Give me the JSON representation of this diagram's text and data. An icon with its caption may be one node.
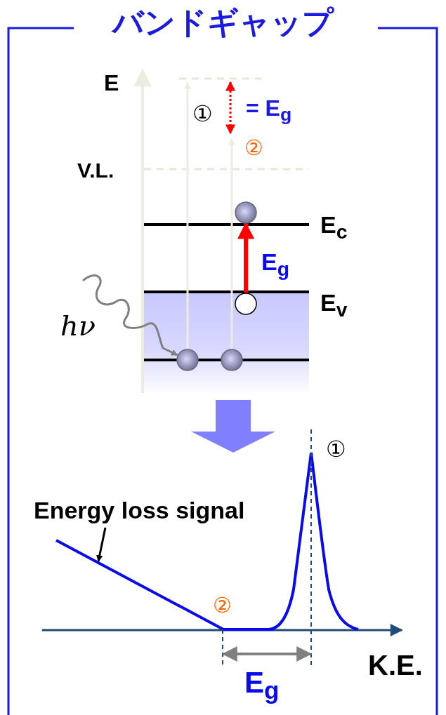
{
  "diagram": {
    "title": "バンドギャップ",
    "nodes": [
      {
        "text": [],
        "shape": "circle"
      },
      {
        "text": [],
        "shape": "circle"
      },
      {
        "text": [],
        "shape": "circle"
      },
      {
        "text": [],
        "shape": "circle"
      },
      {
        "text": [
          "Energy loss signal"
        ]
      }
    ],
    "edges": [
      {
        "from": 1,
        "to": 0,
        "arrow": "to",
        "label": "E$_{g}$",
        "style": "thick",
        "color": "#ff0000"
      },
      {
        "from": 2,
        "to": null,
        "arrow": "to",
        "color": "#eeece2"
      },
      {
        "from": 3,
        "to": null,
        "arrow": "to",
        "color": "#eeece2"
      },
      {
        "from": null,
        "to": 2,
        "arrow": "to",
        "label": "hν",
        "color": "#808080"
      },
      {
        "from": 4,
        "to": null,
        "arrow": "to",
        "color": "#000000"
      }
    ],
    "labels": [
      "E",
      "①",
      "= E$_{g}$",
      "②",
      "V.L.",
      "E$_{c}$",
      "E$_{v}$",
      "①",
      "②",
      "K.E.",
      "E$_{g}$"
    ]
  }
}
